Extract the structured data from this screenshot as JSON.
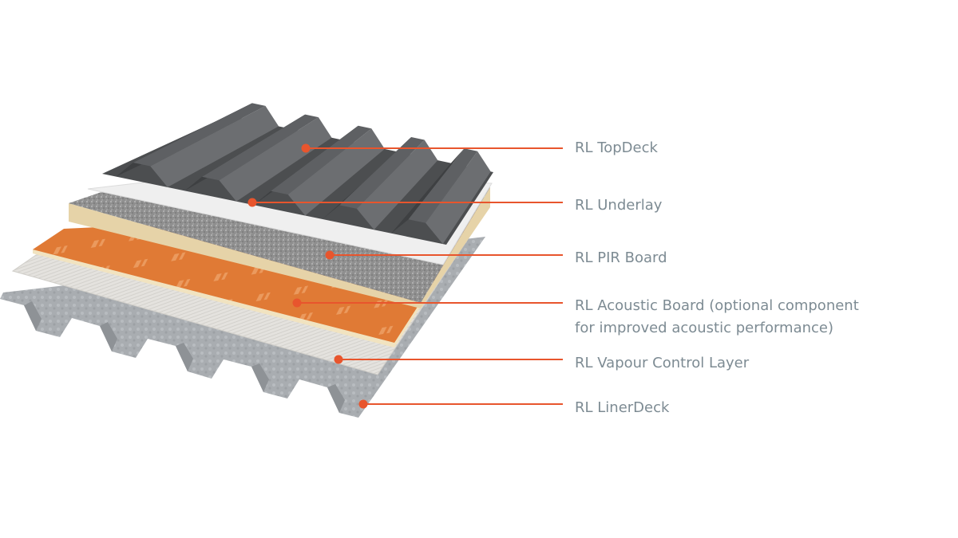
{
  "diagram": {
    "components": [
      {
        "id": "topdeck",
        "lines": [
          "RL TopDeck"
        ]
      },
      {
        "id": "underlay",
        "lines": [
          "RL Underlay"
        ]
      },
      {
        "id": "pir",
        "lines": [
          "RL PIR Board"
        ]
      },
      {
        "id": "acoustic",
        "lines": [
          "RL Acoustic Board (optional component",
          "for improved acoustic performance)"
        ]
      },
      {
        "id": "vapour",
        "lines": [
          "RL Vapour Control Layer"
        ]
      },
      {
        "id": "linerdeck",
        "lines": [
          "RL LinerDeck"
        ]
      }
    ],
    "colors": {
      "leader": "#e8552d",
      "label": "#7d8b93",
      "topdeck": "#4c4e50",
      "underlay": "#eeeeee",
      "pir_top": "#9a9a9a",
      "pir_side": "#e6d3a8",
      "acoustic": "#e07a35",
      "vapour": "#e2e0dc",
      "linerdeck": "#a9adb1"
    }
  }
}
